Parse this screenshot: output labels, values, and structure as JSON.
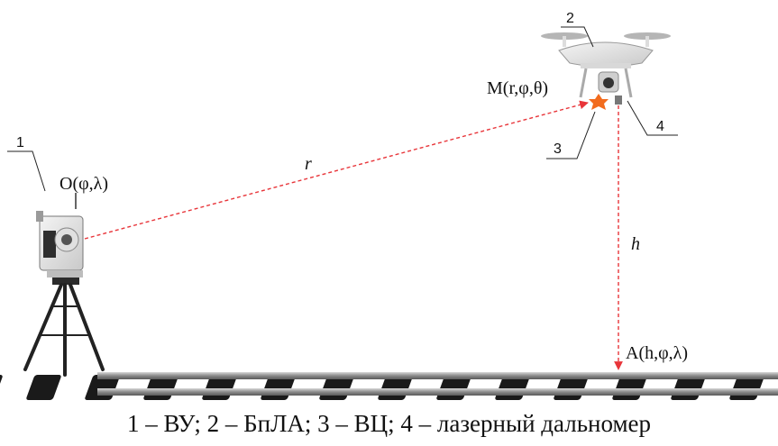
{
  "labels": {
    "origin": "O(φ,λ)",
    "point_m": "M(r,φ,θ)",
    "point_a": "A(h,φ,λ)",
    "r": "r",
    "h": "h"
  },
  "callouts": {
    "n1": "1",
    "n2": "2",
    "n3": "3",
    "n4": "4"
  },
  "caption": "1 – ВУ; 2 – БпЛА; 3 – ВЦ; 4 – лазерный дальномер",
  "colors": {
    "laser": "#e8353a",
    "target": "#f26b1d",
    "rail": "#8c8c8c",
    "tie": "#1a1a1a"
  }
}
